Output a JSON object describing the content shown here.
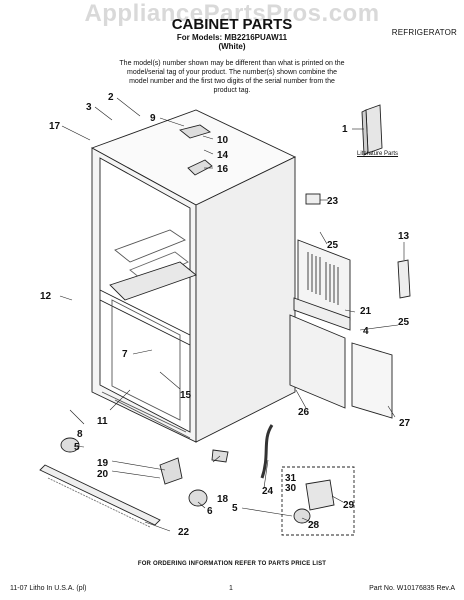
{
  "header": {
    "watermark": "AppliancePartsPros.com",
    "title": "CABINET PARTS",
    "model_line": "For Models: MB2216PUAW11",
    "color_line": "(White)",
    "category": "REFRIGERATOR"
  },
  "note": "The model(s) number shown may be different than what is printed on the model/serial tag of your product. The number(s) shown combine the model number and the first two digits of the serial number from the product tag.",
  "literature_label": "Literature Parts",
  "callouts": [
    "1",
    "2",
    "3",
    "4",
    "5",
    "5",
    "6",
    "7",
    "8",
    "9",
    "10",
    "11",
    "12",
    "13",
    "14",
    "15",
    "16",
    "17",
    "18",
    "19",
    "20",
    "21",
    "22",
    "23",
    "24",
    "25",
    "25",
    "26",
    "27",
    "28",
    "29",
    "30",
    "31"
  ],
  "footer": {
    "ordering": "FOR ORDERING INFORMATION REFER TO PARTS PRICE LIST",
    "litho": "11-07 Litho In U.S.A. (pl)",
    "page": "1",
    "part_no": "Part No. W10176835 Rev.A"
  }
}
